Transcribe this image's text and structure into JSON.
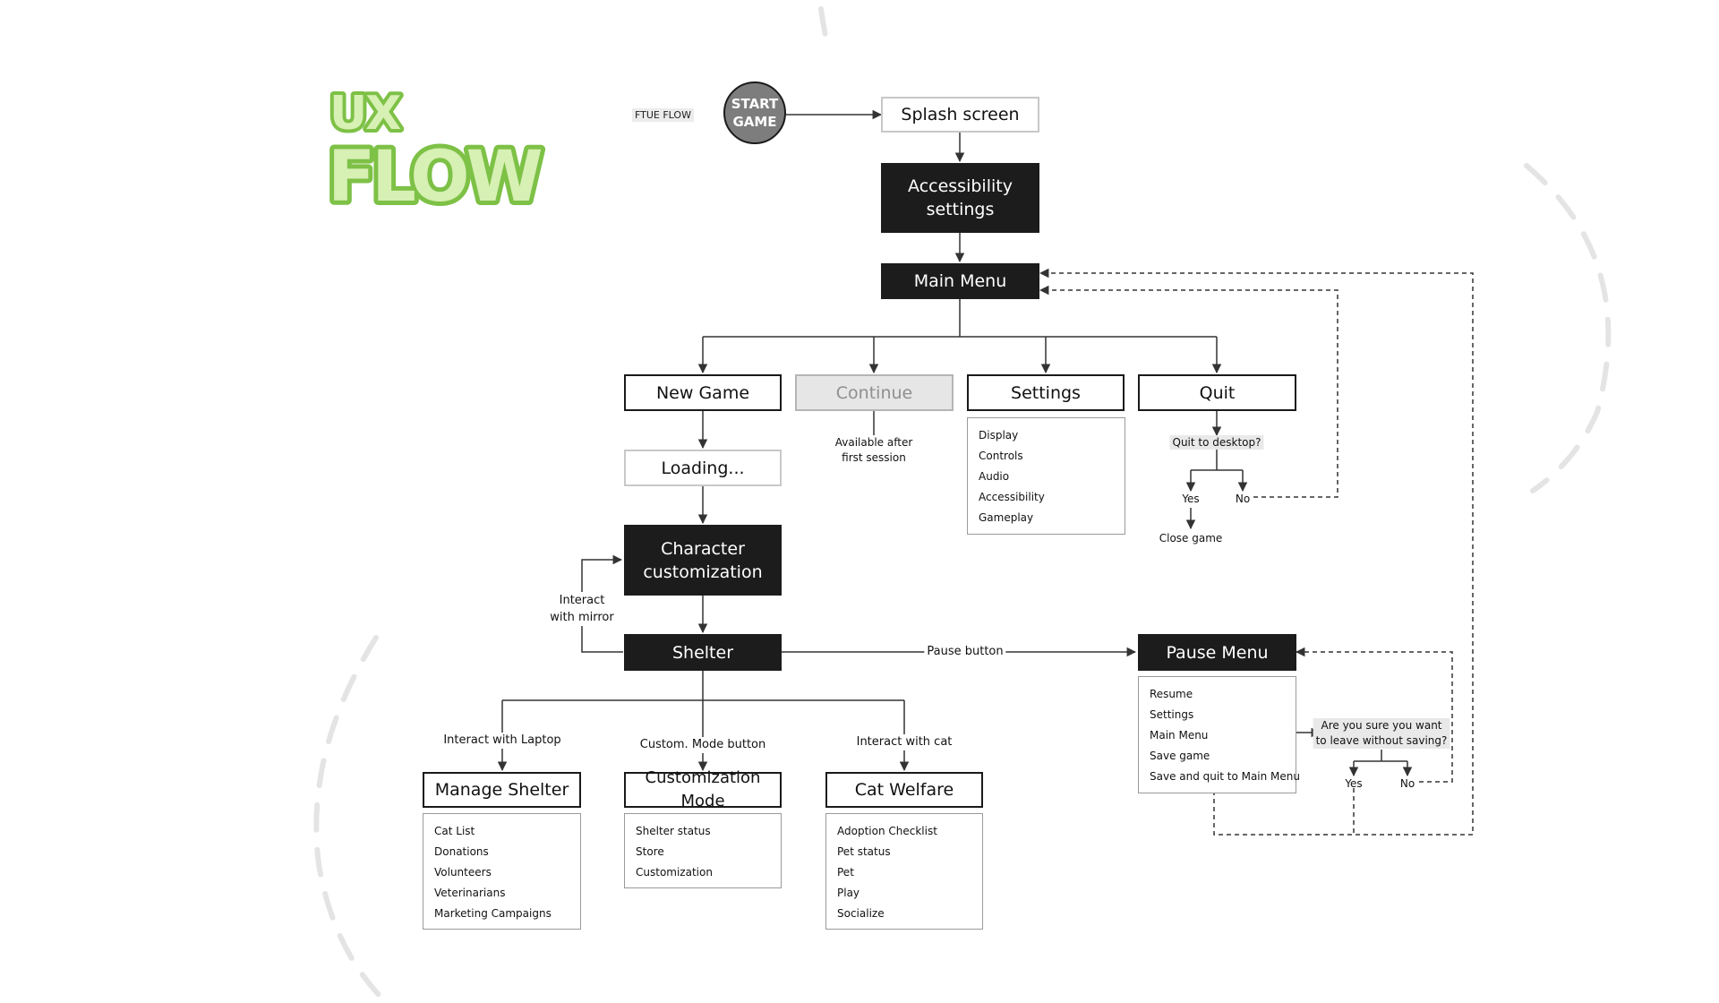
{
  "logo": {
    "line1": "UX",
    "line2": "FLOW",
    "fill": "#d7f0b4",
    "stroke": "#7dc146"
  },
  "start": {
    "line1": "START",
    "line2": "GAME"
  },
  "ftue_label": "FTUE FLOW",
  "nodes": {
    "splash": "Splash screen",
    "accessibility": {
      "line1": "Accessibility",
      "line2": "settings"
    },
    "main_menu": "Main Menu",
    "new_game": "New Game",
    "continue": "Continue",
    "settings": "Settings",
    "quit": "Quit",
    "loading": "Loading...",
    "character": {
      "line1": "Character",
      "line2": "customization"
    },
    "shelter": "Shelter",
    "pause_menu": "Pause Menu",
    "manage_shelter": "Manage Shelter",
    "customization_mode": "Customization Mode",
    "cat_welfare": "Cat Welfare"
  },
  "lists": {
    "settings": [
      "Display",
      "Controls",
      "Audio",
      "Accessibility",
      "Gameplay"
    ],
    "pause": [
      "Resume",
      "Settings",
      "Main Menu",
      "Save game",
      "Save and quit to Main Menu"
    ],
    "manage_shelter": [
      "Cat List",
      "Donations",
      "Volunteers",
      "Veterinarians",
      "Marketing Campaigns"
    ],
    "customization_mode": [
      "Shelter status",
      "Store",
      "Customization"
    ],
    "cat_welfare": [
      "Adoption Checklist",
      "Pet status",
      "Pet",
      "Play",
      "Socialize"
    ]
  },
  "labels": {
    "continue_note_1": "Available after",
    "continue_note_2": "first session",
    "quit_question": "Quit to desktop?",
    "quit_yes": "Yes",
    "quit_no": "No",
    "close_game": "Close game",
    "mirror_1": "Interact",
    "mirror_2": "with mirror",
    "pause_button": "Pause button",
    "laptop": "Interact with Laptop",
    "custom_mode_button": "Custom. Mode button",
    "interact_cat": "Interact with cat",
    "leave_question_1": "Are you sure you want",
    "leave_question_2": "to leave without saving?",
    "leave_yes": "Yes",
    "leave_no": "No"
  },
  "colors": {
    "dark_node": "#1c1c1c",
    "disabled_node": "#e6e6e6",
    "start_circle": "#7d7d7d",
    "line": "#333333",
    "deco": "#e6e6e6"
  }
}
